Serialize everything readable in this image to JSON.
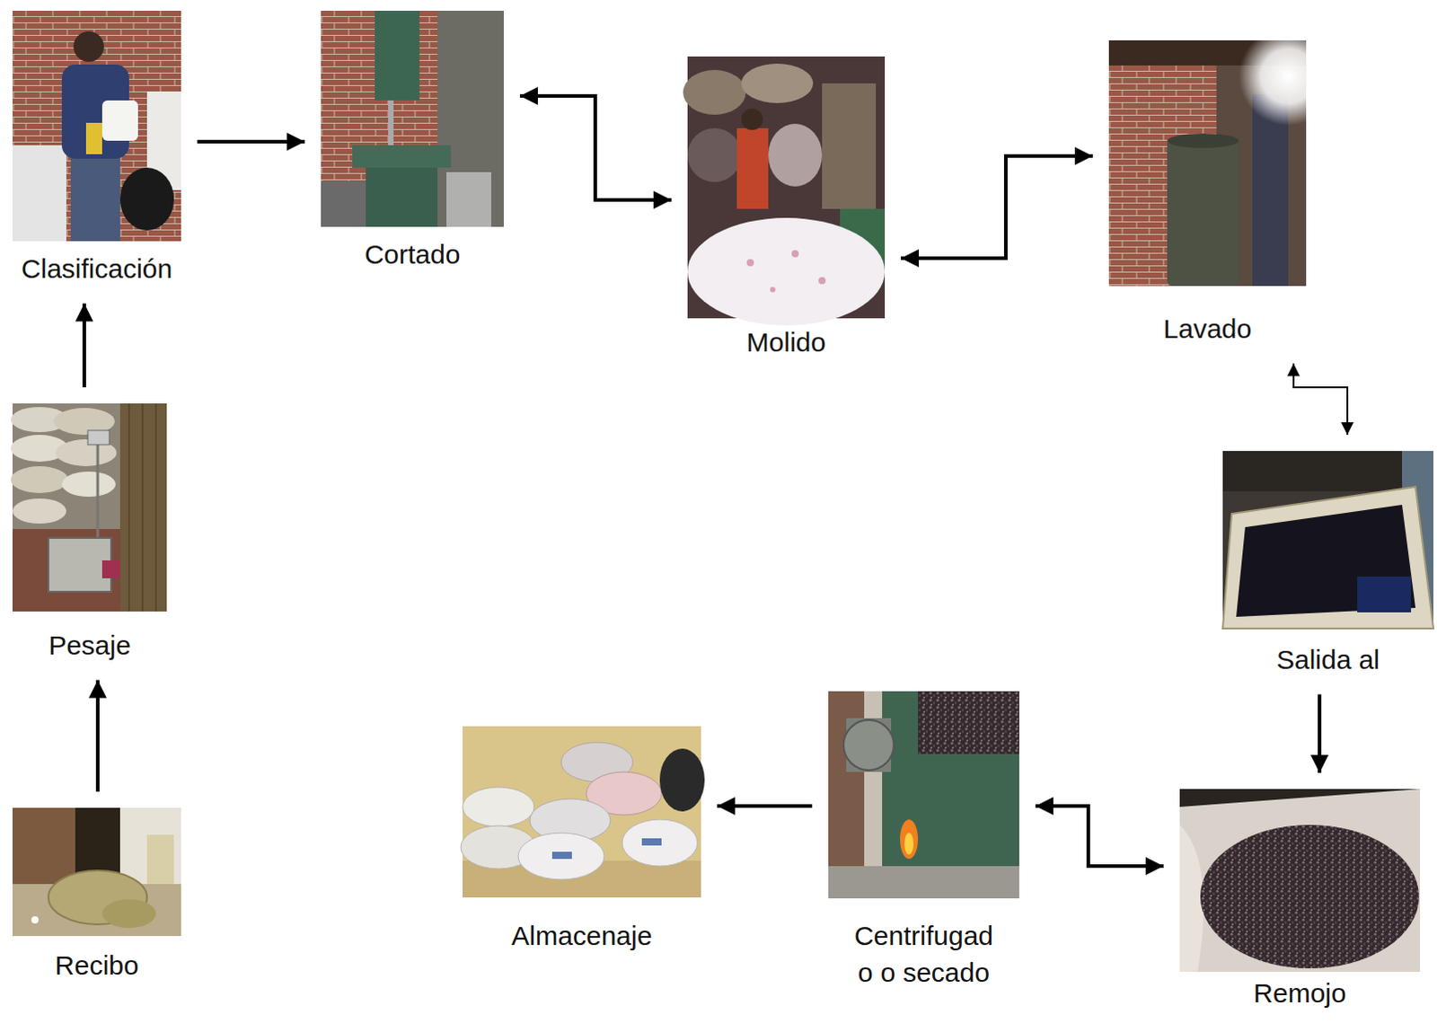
{
  "diagram": {
    "nodes": [
      {
        "text": [
          "Recibo"
        ]
      },
      {
        "text": [
          "Pesaje"
        ]
      },
      {
        "text": [
          "Clasificación"
        ]
      },
      {
        "text": [
          "Cortado"
        ]
      },
      {
        "text": [
          "Molido"
        ]
      },
      {
        "text": [
          "Lavado"
        ]
      },
      {
        "text": [
          "Salida al"
        ]
      },
      {
        "text": [
          "Remojo"
        ]
      },
      {
        "text": [
          "Centrifugad o o secado"
        ]
      },
      {
        "text": [
          "Almacenaje"
        ]
      }
    ],
    "edges": [
      {
        "from": 0,
        "to": 1,
        "arrow": "to"
      },
      {
        "from": 1,
        "to": 2,
        "arrow": "to"
      },
      {
        "from": 2,
        "to": 3,
        "arrow": "to"
      },
      {
        "from": 3,
        "to": 4,
        "arrow": "both"
      },
      {
        "from": 4,
        "to": 5,
        "arrow": "both"
      },
      {
        "from": 5,
        "to": 6,
        "arrow": "both"
      },
      {
        "from": 6,
        "to": 7,
        "arrow": "to"
      },
      {
        "from": 7,
        "to": 8,
        "arrow": "both"
      },
      {
        "from": 8,
        "to": 9,
        "arrow": "to"
      }
    ]
  }
}
